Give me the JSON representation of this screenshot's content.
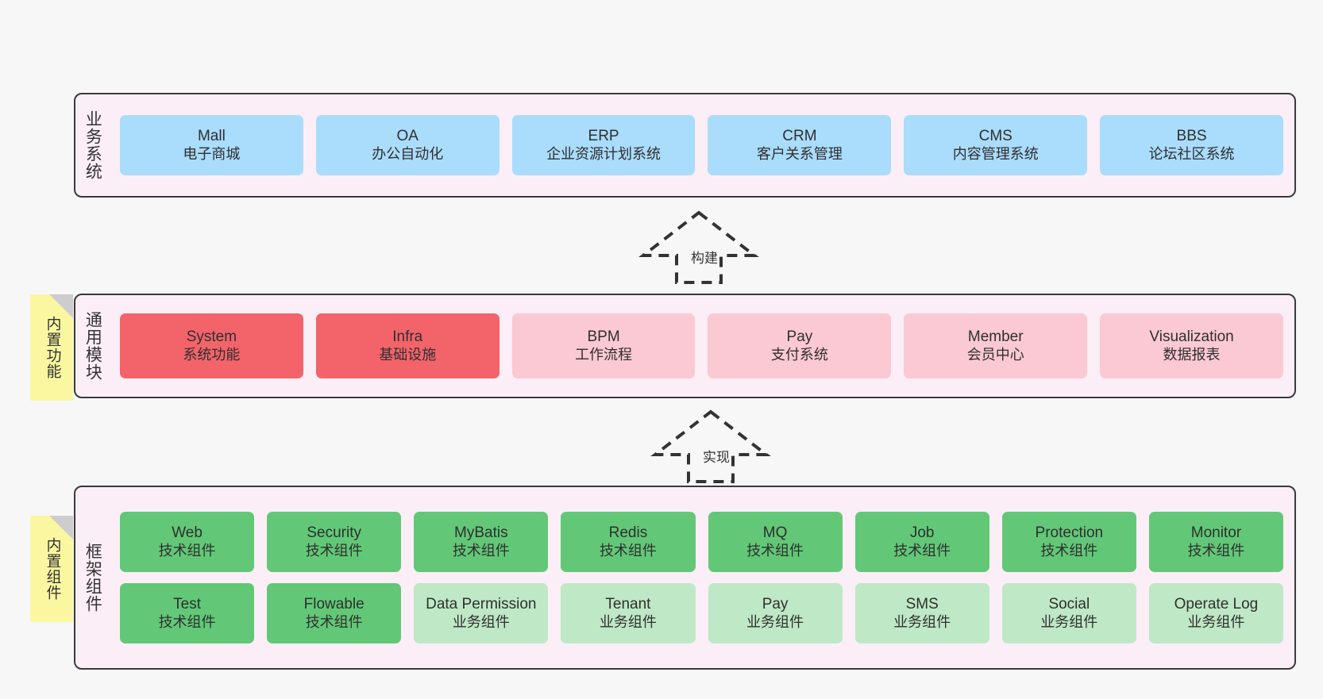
{
  "diagram": {
    "background": "#f7f7f7",
    "panel_bg": "#fbeef7",
    "panel_border": "#3a3a3a",
    "sticky_bg": "#fbf7a0",
    "colors": {
      "business": "#aadcfb",
      "module_core": "#f2646a",
      "module_opt": "#fbc9d3",
      "tech_component": "#62c877",
      "biz_component": "#bfe8c6"
    }
  },
  "layers": [
    {
      "id": "business-systems",
      "label": "业务系统",
      "rows": [
        {
          "id": "business-row",
          "nodes": [
            {
              "name": "Mall",
              "desc": "电子商城",
              "fill": "blue"
            },
            {
              "name": "OA",
              "desc": "办公自动化",
              "fill": "blue"
            },
            {
              "name": "ERP",
              "desc": "企业资源计划系统",
              "fill": "blue"
            },
            {
              "name": "CRM",
              "desc": "客户关系管理",
              "fill": "blue"
            },
            {
              "name": "CMS",
              "desc": "内容管理系统",
              "fill": "blue"
            },
            {
              "name": "BBS",
              "desc": "论坛社区系统",
              "fill": "blue"
            }
          ]
        }
      ]
    },
    {
      "id": "common-modules",
      "label": "通用模块",
      "sticky": "内置功能",
      "rows": [
        {
          "id": "module-row",
          "nodes": [
            {
              "name": "System",
              "desc": "系统功能",
              "fill": "red"
            },
            {
              "name": "Infra",
              "desc": "基础设施",
              "fill": "red"
            },
            {
              "name": "BPM",
              "desc": "工作流程",
              "fill": "pink"
            },
            {
              "name": "Pay",
              "desc": "支付系统",
              "fill": "pink"
            },
            {
              "name": "Member",
              "desc": "会员中心",
              "fill": "pink"
            },
            {
              "name": "Visualization",
              "desc": "数据报表",
              "fill": "pink"
            }
          ]
        }
      ]
    },
    {
      "id": "framework-components",
      "label": "框架组件",
      "sticky": "内置组件",
      "rows": [
        {
          "id": "framework-row-1",
          "nodes": [
            {
              "name": "Web",
              "desc": "技术组件",
              "fill": "green"
            },
            {
              "name": "Security",
              "desc": "技术组件",
              "fill": "green"
            },
            {
              "name": "MyBatis",
              "desc": "技术组件",
              "fill": "green"
            },
            {
              "name": "Redis",
              "desc": "技术组件",
              "fill": "green"
            },
            {
              "name": "MQ",
              "desc": "技术组件",
              "fill": "green"
            },
            {
              "name": "Job",
              "desc": "技术组件",
              "fill": "green"
            },
            {
              "name": "Protection",
              "desc": "技术组件",
              "fill": "green"
            },
            {
              "name": "Monitor",
              "desc": "技术组件",
              "fill": "green"
            }
          ]
        },
        {
          "id": "framework-row-2",
          "nodes": [
            {
              "name": "Test",
              "desc": "技术组件",
              "fill": "green"
            },
            {
              "name": "Flowable",
              "desc": "技术组件",
              "fill": "green"
            },
            {
              "name": "Data Permission",
              "desc": "业务组件",
              "fill": "greenlight"
            },
            {
              "name": "Tenant",
              "desc": "业务组件",
              "fill": "greenlight"
            },
            {
              "name": "Pay",
              "desc": "业务组件",
              "fill": "greenlight"
            },
            {
              "name": "SMS",
              "desc": "业务组件",
              "fill": "greenlight"
            },
            {
              "name": "Social",
              "desc": "业务组件",
              "fill": "greenlight"
            },
            {
              "name": "Operate Log",
              "desc": "业务组件",
              "fill": "greenlight"
            }
          ]
        }
      ]
    }
  ],
  "connectors": [
    {
      "id": "connector-build",
      "label": "构建",
      "from": "common-modules",
      "to": "business-systems"
    },
    {
      "id": "connector-implement",
      "label": "实现",
      "from": "framework-components",
      "to": "common-modules"
    }
  ]
}
